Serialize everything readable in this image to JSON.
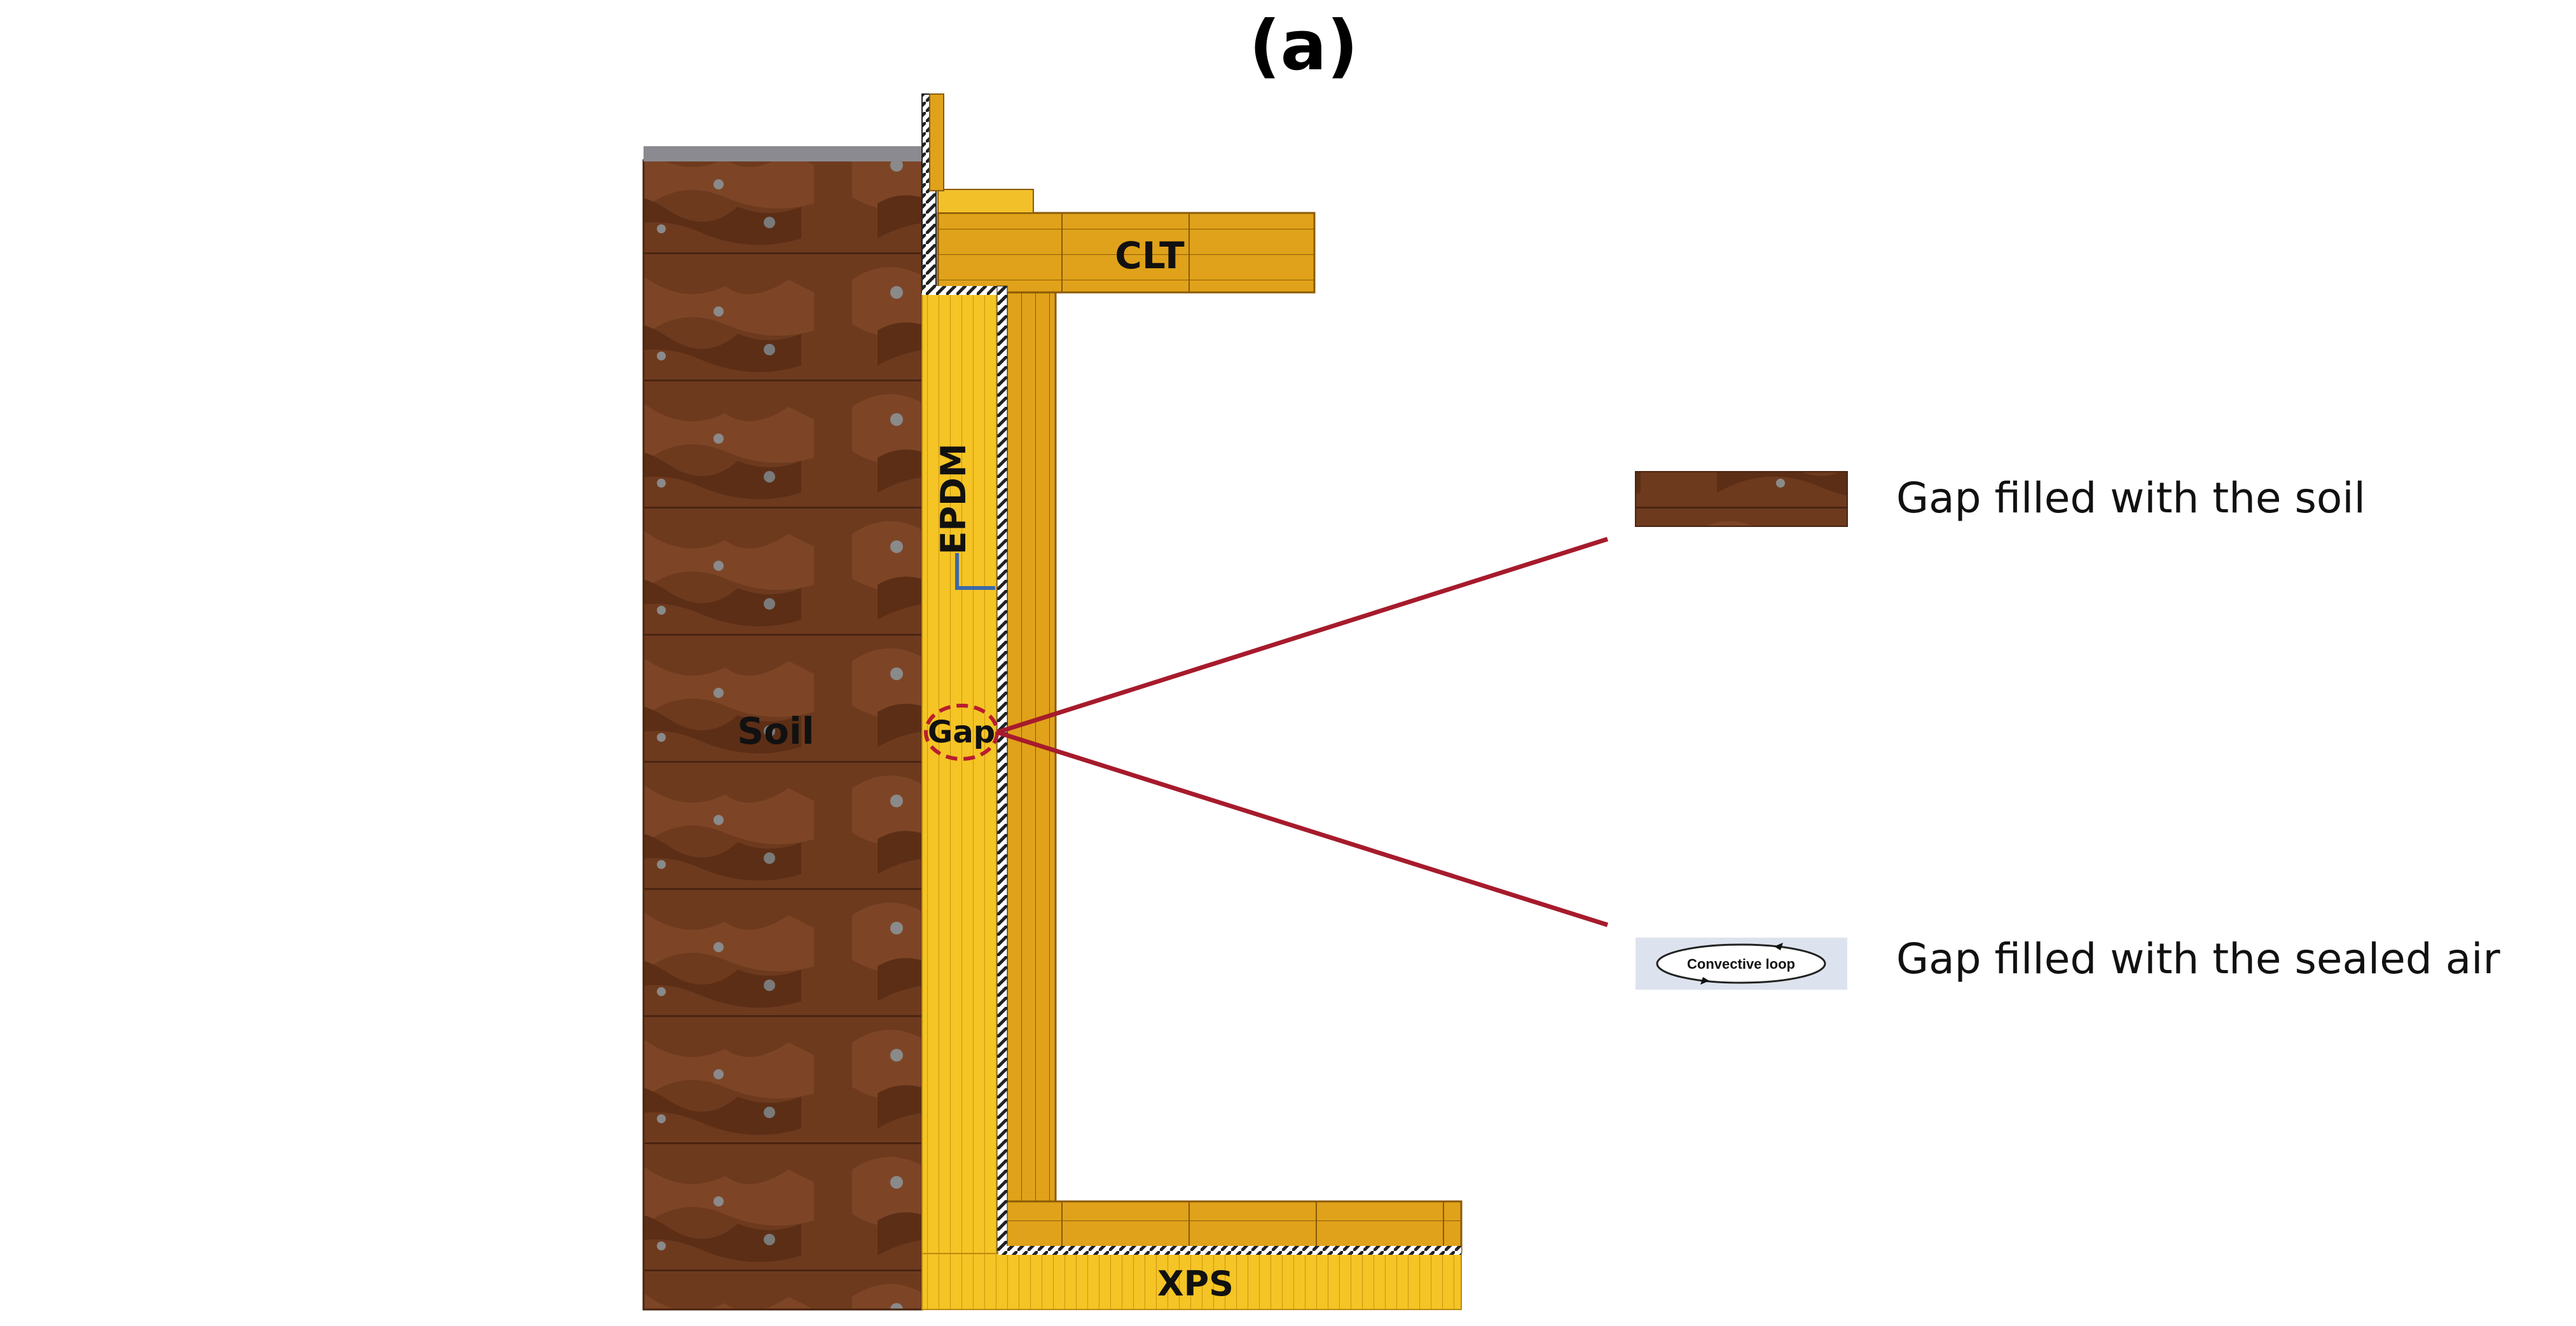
{
  "title": "(a)",
  "labels": {
    "soil": "Soil",
    "clt": "CLT",
    "epdm": "EPDM",
    "gap": "Gap",
    "xps": "XPS"
  },
  "legend": {
    "soil_label": "Gap filled with the soil",
    "air_label": "Gap filled with the sealed air",
    "air_swatch_text": "Convective loop"
  },
  "colors": {
    "soil": "#6e3a1e",
    "soil_dark": "#4a2410",
    "wood": "#e0a21a",
    "wood_line": "#8a5a08",
    "xps": "#f5c425",
    "callout": "#a61b2c",
    "membrane": "#3d6aa8"
  }
}
